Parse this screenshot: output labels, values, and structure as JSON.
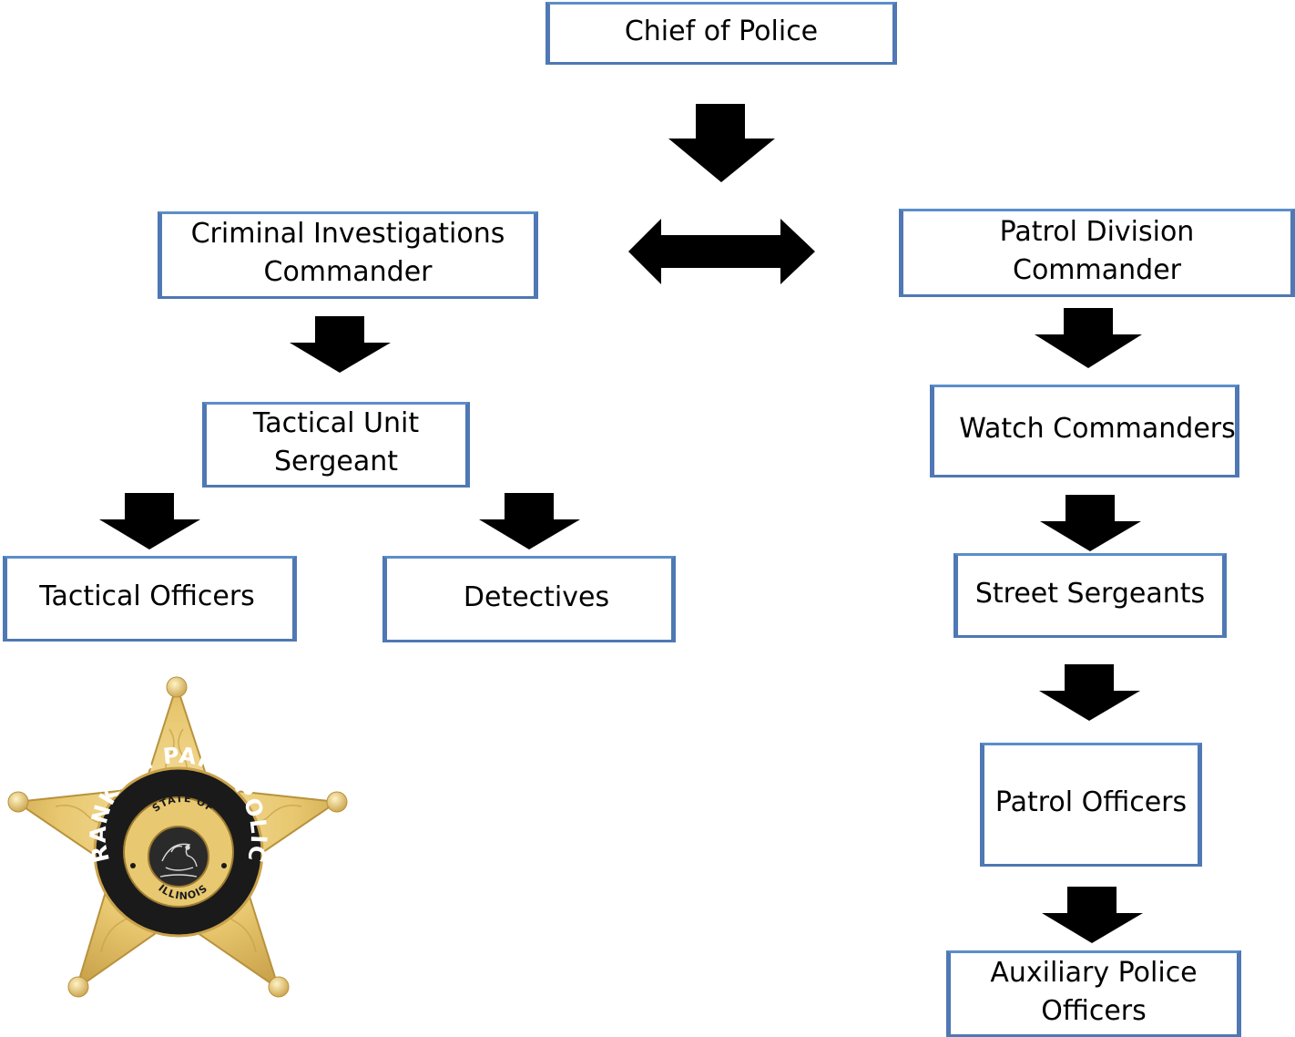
{
  "org_chart": {
    "chief": "Chief of  Police",
    "criminal_investigations_commander": "Criminal Investigations\nCommander",
    "patrol_division_commander": "Patrol Division\nCommander",
    "tactical_unit_sergeant": "Tactical Unit\nSergeant",
    "watch_commanders": "Watch Commanders",
    "tactical_officers": "Tactical Officers",
    "detectives": "Detectives",
    "street_sergeants": "Street Sergeants",
    "patrol_officers": "Patrol Officers",
    "auxiliary_police_officers": "Auxiliary Police\nOfficers"
  },
  "badge": {
    "outer_text": "FRANKLIN PARK POLICE",
    "top_text": "STATE OF",
    "bottom_text": "ILLINOIS",
    "colors": {
      "gold": "#e8c870",
      "gold_dark": "#c9a24a",
      "ring": "#1a1a1a"
    }
  },
  "colors": {
    "box_border": "#4f78b4",
    "arrow": "#000000"
  }
}
